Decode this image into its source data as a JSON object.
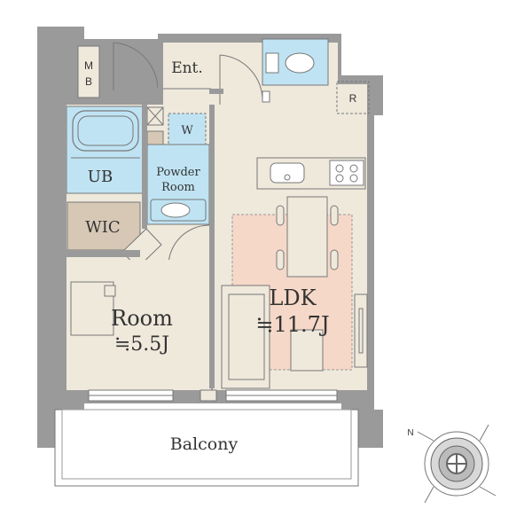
{
  "rooms": {
    "mb": {
      "line1": "M",
      "line2": "B"
    },
    "entrance": {
      "label": "Ent."
    },
    "refrigerator": {
      "label": "R"
    },
    "washer": {
      "label": "W"
    },
    "powder_room": {
      "line1": "Powder",
      "line2": "Room"
    },
    "unit_bath": {
      "label": "UB"
    },
    "wic": {
      "label": "WIC"
    },
    "room": {
      "name": "Room",
      "size": "≒5.5J"
    },
    "ldk": {
      "name": "LDK",
      "size": "≒11.7J"
    },
    "balcony": {
      "label": "Balcony"
    }
  },
  "compass": {
    "north_label": "N"
  },
  "colors": {
    "wall": "#9a9a9a",
    "floor": "#efe9dc",
    "wet_area": "#bfe3f3",
    "wic": "#d7c8b6",
    "dining_rug": "#f6d8c8",
    "line": "#666666"
  }
}
